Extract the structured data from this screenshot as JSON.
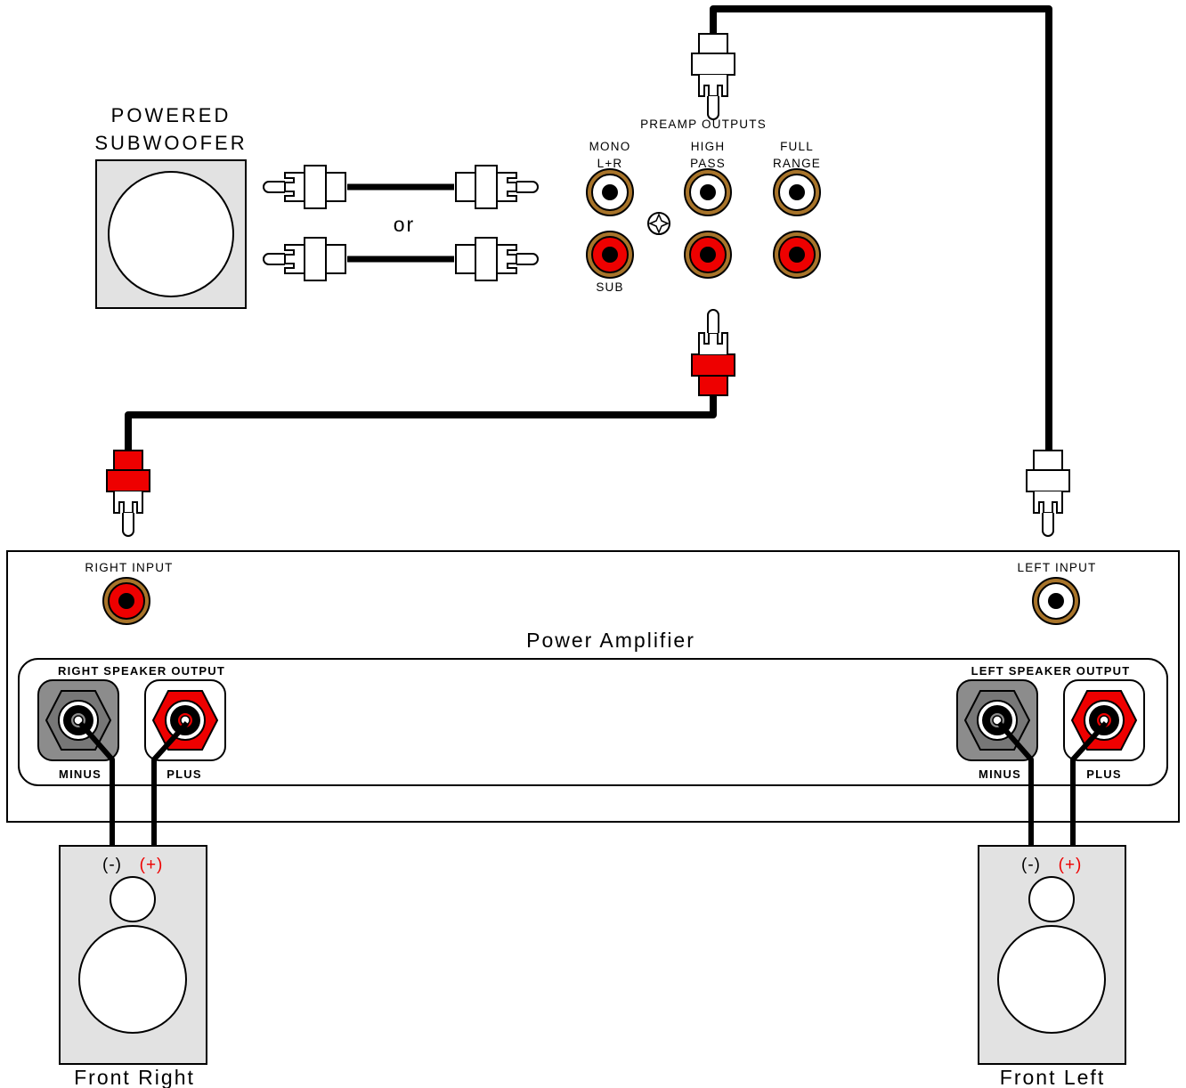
{
  "subwoofer": {
    "line1": "POWERED",
    "line2": "SUBWOOFER"
  },
  "cable_option_text": "or",
  "preamp": {
    "title": "PREAMP  OUTPUTS",
    "columns": [
      {
        "line1": "MONO",
        "line2": "L+R"
      },
      {
        "line1": "HIGH",
        "line2": "PASS"
      },
      {
        "line1": "FULL",
        "line2": "RANGE"
      }
    ],
    "sub_label": "SUB"
  },
  "amplifier": {
    "title": "Power Amplifier",
    "right_input": "RIGHT INPUT",
    "left_input": "LEFT INPUT",
    "right_output": {
      "title": "RIGHT SPEAKER OUTPUT",
      "minus": "MINUS",
      "plus": "PLUS"
    },
    "left_output": {
      "title": "LEFT SPEAKER OUTPUT",
      "minus": "MINUS",
      "plus": "PLUS"
    }
  },
  "speakers": {
    "right": {
      "label": "Front Right",
      "minus": "(-)",
      "plus": "(+)"
    },
    "left": {
      "label": "Front Left",
      "minus": "(-)",
      "plus": "(+)"
    }
  },
  "colors": {
    "jack_red": "#ee0000",
    "jack_ring": "#a8742a",
    "box_gray": "#e2e2e2",
    "terminal_gray": "#8c8c8c",
    "plus_label_red": "#ee0000"
  }
}
